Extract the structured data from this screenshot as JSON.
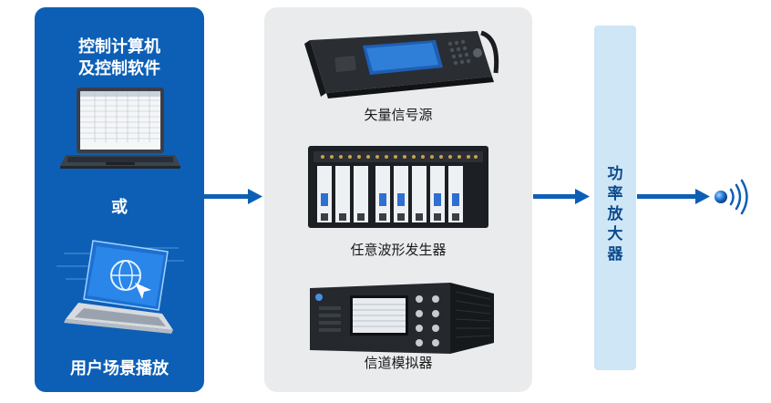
{
  "control": {
    "title_line1": "控制计算机",
    "title_line2": "及控制软件",
    "or_text": "或",
    "playback": "用户场景播放"
  },
  "devices": [
    {
      "label": "矢量信号源"
    },
    {
      "label": "任意波形发生器"
    },
    {
      "label": "信道模拟器"
    }
  ],
  "amplifier": {
    "chars": [
      "功",
      "率",
      "放",
      "大",
      "器"
    ]
  },
  "colors": {
    "panel_blue": "#0d5fb5",
    "arrow_blue": "#0d5fb5",
    "mid_gray": "#e9ebed",
    "amp_light_blue": "#cfe6f7"
  }
}
